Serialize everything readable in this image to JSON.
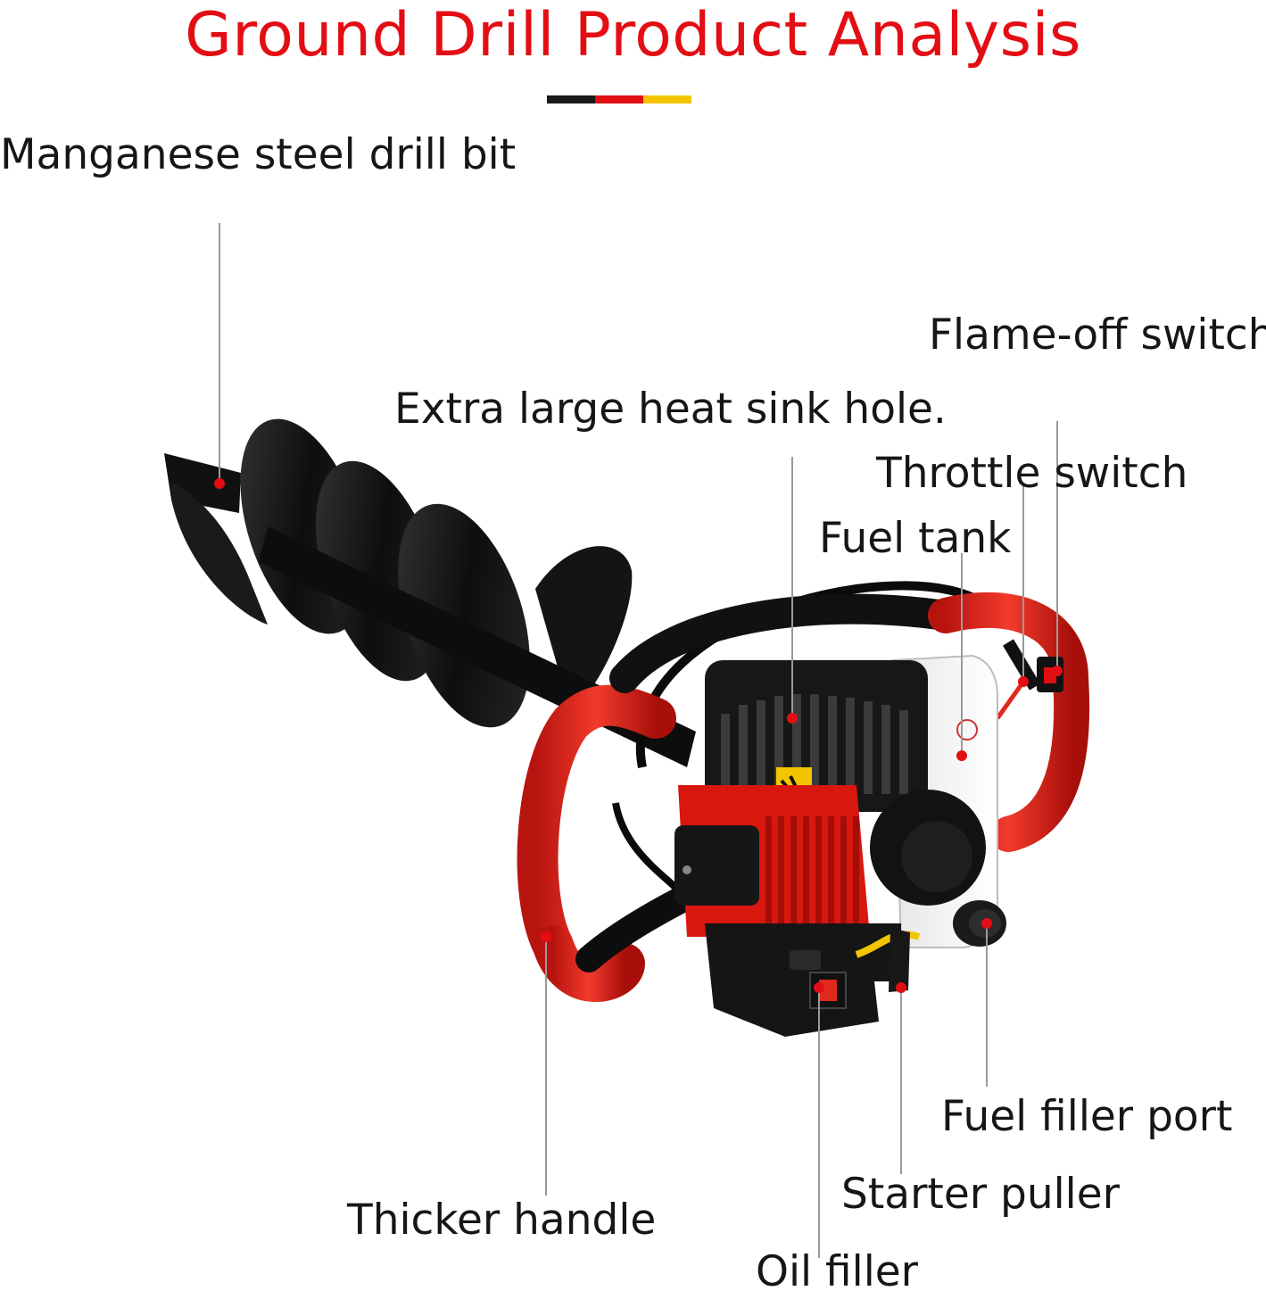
{
  "title": "Ground Drill Product Analysis",
  "title_bar_colors": [
    "#1a1a1a",
    "#e30e14",
    "#f5c400"
  ],
  "accent_color": "#e30e14",
  "callouts": {
    "drill_bit": "Manganese steel drill bit",
    "flame_off_switch": "Flame-off switch",
    "heat_sink_hole": "Extra large heat sink hole.",
    "throttle_switch": "Throttle switch",
    "fuel_tank": "Fuel tank",
    "fuel_filler_port": "Fuel filler port",
    "starter_puller": "Starter puller",
    "thicker_handle": "Thicker handle",
    "oil_filler": "Oil filler"
  }
}
